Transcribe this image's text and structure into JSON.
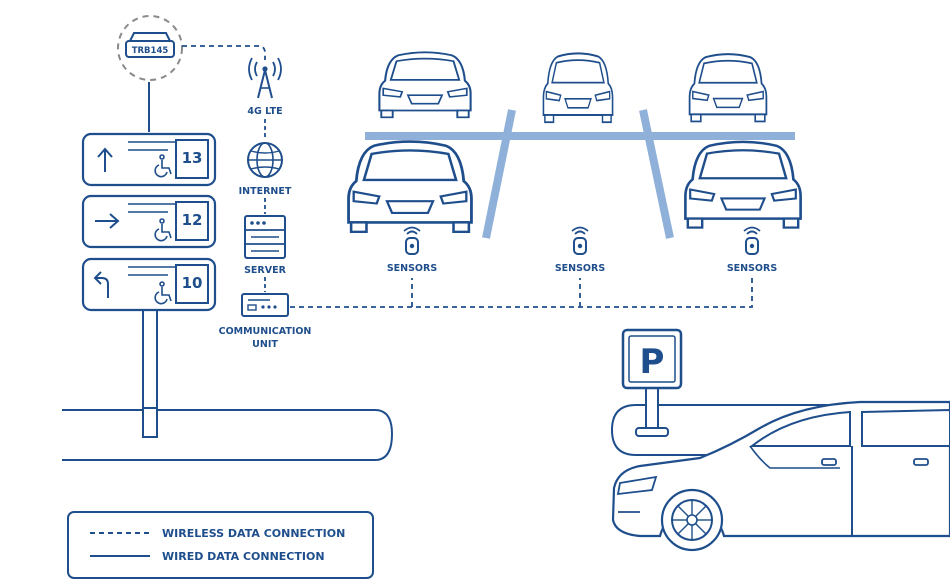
{
  "colors": {
    "line": "#1f4e8c",
    "lot_lines": "#8fb0d9",
    "background": "#ffffff"
  },
  "router": {
    "label": "TRB145"
  },
  "labels": {
    "lte": "4G LTE",
    "internet": "INTERNET",
    "server": "SERVER",
    "comm_line1": "COMMUNICATION",
    "comm_line2": "UNIT"
  },
  "signs": [
    {
      "arrow": "up",
      "count": "13"
    },
    {
      "arrow": "right",
      "count": "12"
    },
    {
      "arrow": "left-turn",
      "count": "10"
    }
  ],
  "sensors": [
    "SENSORS",
    "SENSORS",
    "SENSORS"
  ],
  "parking_sign": {
    "letter": "P"
  },
  "legend": {
    "wireless": "WIRELESS DATA CONNECTION",
    "wired": "WIRED DATA CONNECTION"
  },
  "icons": [
    "antenna-icon",
    "globe-icon",
    "server-icon",
    "communication-unit-icon",
    "sensor-icon",
    "wheelchair-icon",
    "parking-sign-icon",
    "car-icon",
    "router-icon"
  ]
}
